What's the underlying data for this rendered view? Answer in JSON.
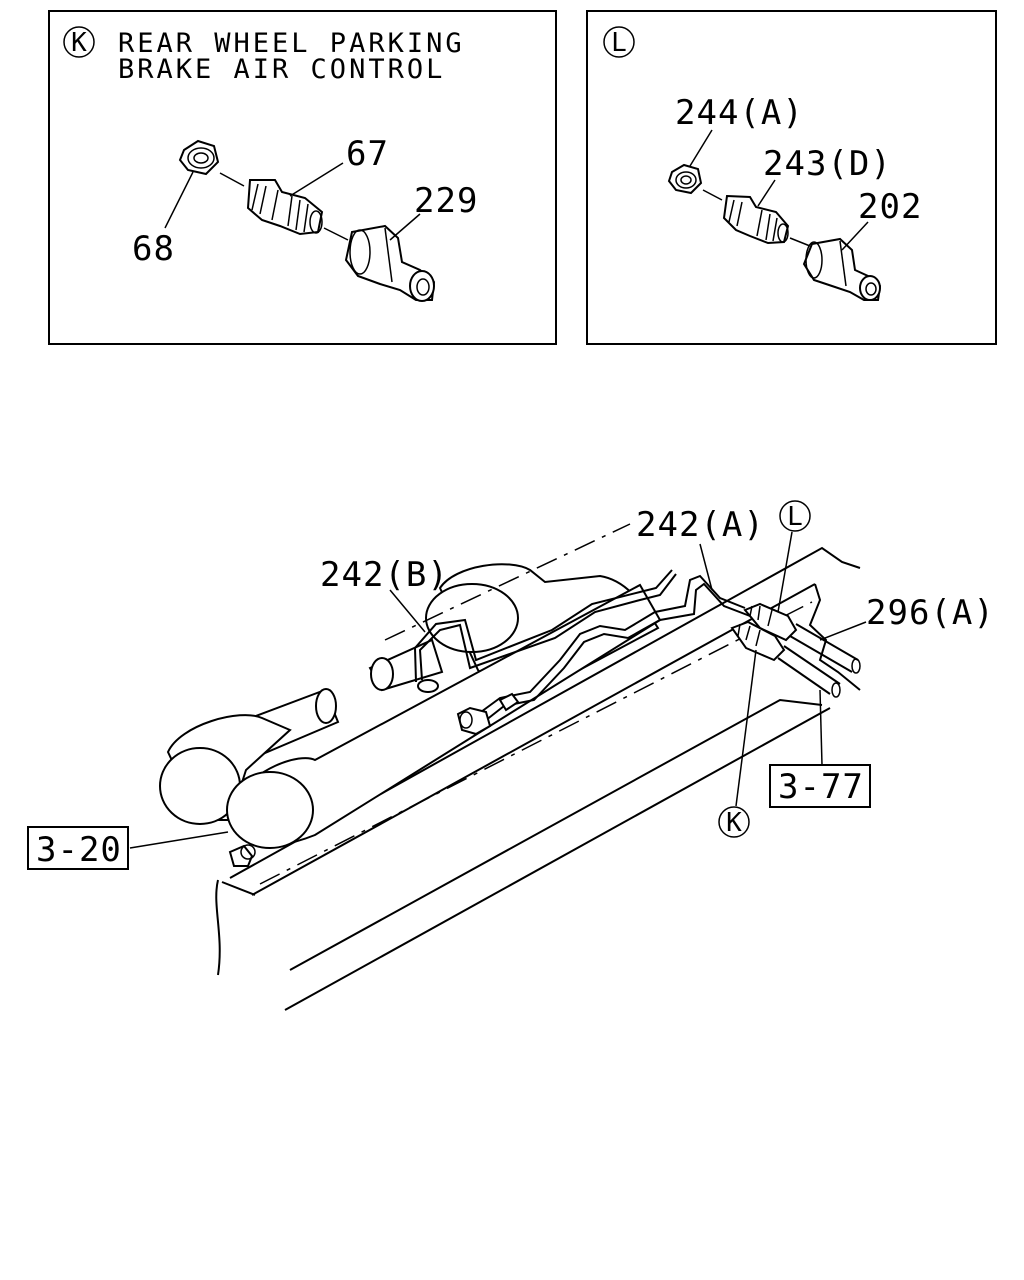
{
  "panel_k": {
    "marker": "K",
    "title_line1": "REAR WHEEL PARKING",
    "title_line2": "BRAKE AIR CONTROL",
    "callouts": {
      "nut": "68",
      "connector": "67",
      "coupler": "229"
    }
  },
  "panel_l": {
    "marker": "L",
    "callouts": {
      "nut": "244(A)",
      "connector": "243(D)",
      "coupler": "202"
    }
  },
  "main": {
    "pipe_b": "242(B)",
    "pipe_a": "242(A)",
    "hose": "296(A)",
    "marker_l": "L",
    "marker_k": "K",
    "ref_left": "3-20",
    "ref_right": "3-77"
  }
}
